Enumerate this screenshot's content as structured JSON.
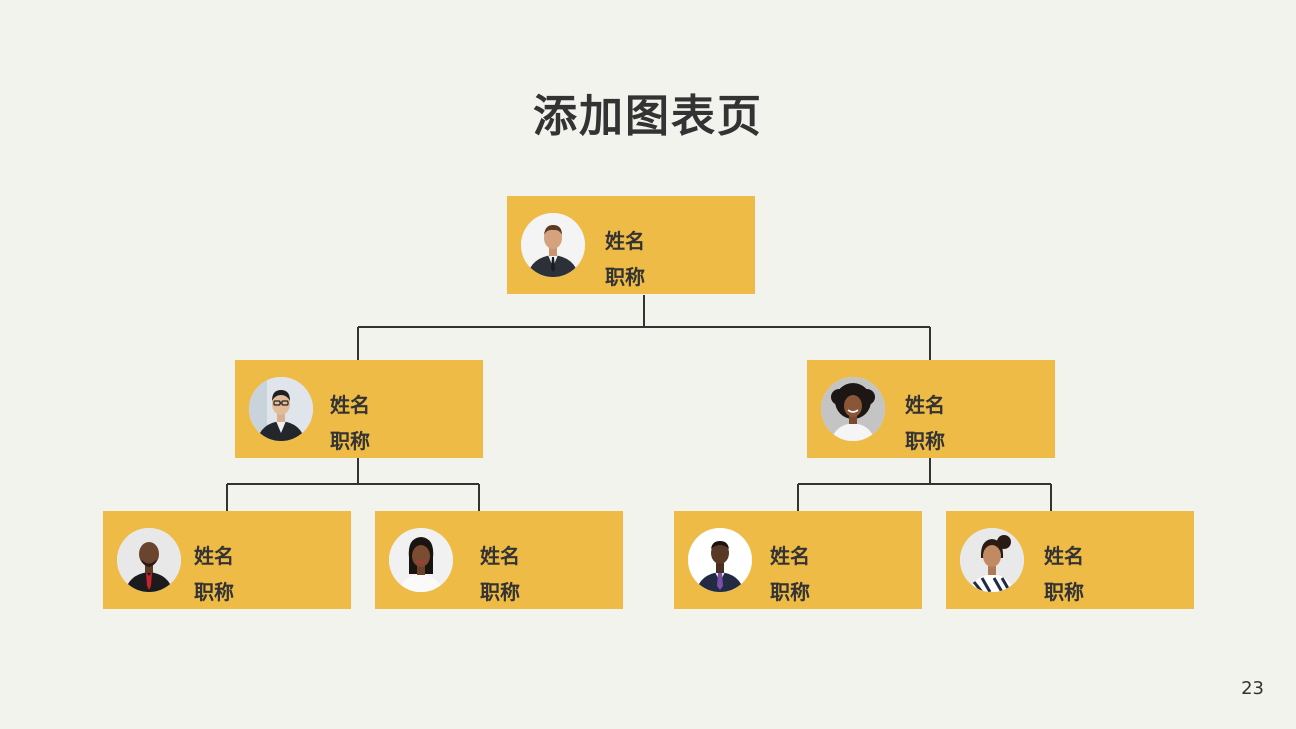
{
  "title": "添加图表页",
  "page_number": "23",
  "nodes": [
    {
      "id": "root",
      "name": "姓名",
      "role": "职称",
      "avatar": "man-in-suit-photo"
    },
    {
      "id": "left",
      "name": "姓名",
      "role": "职称",
      "avatar": "man-with-glasses-photo"
    },
    {
      "id": "right",
      "name": "姓名",
      "role": "职称",
      "avatar": "woman-curly-hair-photo"
    },
    {
      "id": "left-1",
      "name": "姓名",
      "role": "职称",
      "avatar": "man-red-tie-photo"
    },
    {
      "id": "left-2",
      "name": "姓名",
      "role": "职称",
      "avatar": "woman-white-top-photo"
    },
    {
      "id": "right-1",
      "name": "姓名",
      "role": "职称",
      "avatar": "man-purple-tie-photo"
    },
    {
      "id": "right-2",
      "name": "姓名",
      "role": "职称",
      "avatar": "woman-striped-top-photo"
    }
  ],
  "colors": {
    "background": "#f3f3ee",
    "card": "#efbb47",
    "text": "#333333",
    "connector": "#333333"
  }
}
